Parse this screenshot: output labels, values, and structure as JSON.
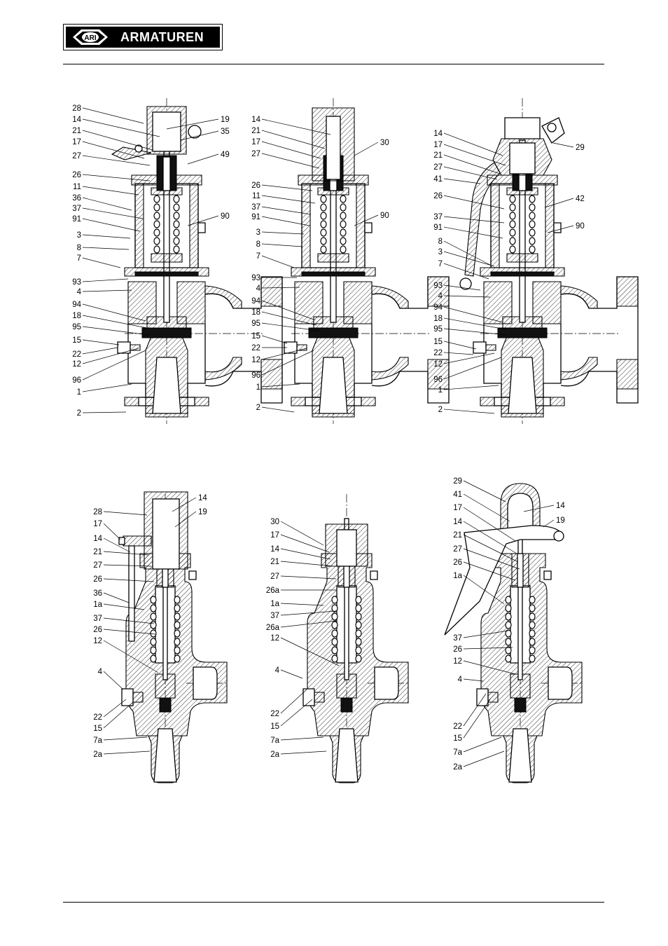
{
  "header": {
    "logo_mark": "ARI",
    "logo_text": "ARMATUREN"
  },
  "figures": [
    {
      "id": "top-left",
      "labels": [
        "28",
        "14",
        "21",
        "17",
        "27",
        "26",
        "11",
        "36",
        "37",
        "91",
        "3",
        "8",
        "7",
        "93",
        "4",
        "94",
        "18",
        "95",
        "15",
        "22",
        "12",
        "96",
        "1",
        "2"
      ],
      "labels_right": [
        "19",
        "35",
        "49",
        "90"
      ]
    },
    {
      "id": "top-middle",
      "labels": [
        "14",
        "21",
        "17",
        "27",
        "26",
        "11",
        "37",
        "91",
        "3",
        "8",
        "7",
        "93",
        "4",
        "94",
        "18",
        "95",
        "15",
        "22",
        "12",
        "96",
        "1",
        "2"
      ],
      "labels_right": [
        "30",
        "90"
      ]
    },
    {
      "id": "top-right",
      "labels": [
        "14",
        "17",
        "21",
        "27",
        "41",
        "26",
        "37",
        "91",
        "8",
        "3",
        "7",
        "93",
        "4",
        "94",
        "18",
        "95",
        "15",
        "22",
        "12",
        "96",
        "1",
        "2"
      ],
      "labels_right": [
        "29",
        "42",
        "90"
      ]
    },
    {
      "id": "bottom-left",
      "labels": [
        "28",
        "17",
        "14",
        "21",
        "27",
        "26",
        "36",
        "1a",
        "37",
        "26",
        "12",
        "4",
        "22",
        "15",
        "7a",
        "2a"
      ],
      "labels_right": [
        "14",
        "19"
      ]
    },
    {
      "id": "bottom-middle",
      "labels": [
        "30",
        "17",
        "14",
        "21",
        "27",
        "26a",
        "1a",
        "37",
        "26a",
        "12",
        "4",
        "22",
        "15",
        "7a",
        "2a"
      ],
      "labels_right": []
    },
    {
      "id": "bottom-right",
      "labels": [
        "29",
        "41",
        "17",
        "14",
        "21",
        "27",
        "26",
        "1a",
        "37",
        "26",
        "12",
        "4",
        "22",
        "15",
        "7a",
        "2a"
      ],
      "labels_right": [
        "14",
        "19"
      ]
    }
  ]
}
